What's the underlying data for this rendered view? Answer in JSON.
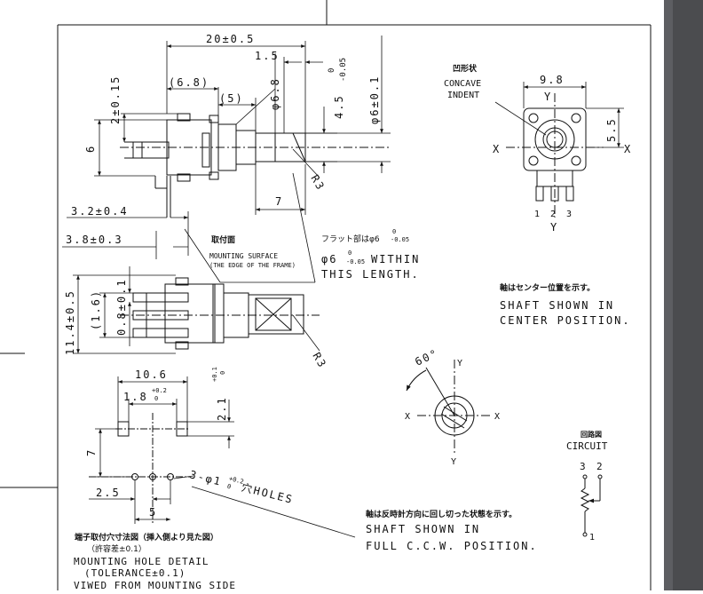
{
  "side_view": {
    "d_length": "20±0.5",
    "d_1_5": "1.5",
    "d_6_8_paren": "(6.8)",
    "d_5_paren": "(5)",
    "d_phi6_8": "φ6.8",
    "d_4_5": "4.5",
    "d_4_5_tol_top": "0",
    "d_4_5_tol_bot": "-0.05",
    "d_phi6": "φ6±0.1",
    "d_2": "2±0.15",
    "d_6": "6",
    "d_7": "7",
    "d_3_2": "3.2±0.4",
    "d_3_8": "3.8±0.3",
    "r3_top": "R3"
  },
  "front_view": {
    "concave_jp": "凹形状",
    "concave_en1": "CONCAVE",
    "concave_en2": "INDENT",
    "d_9_8": "9.8",
    "d_5_5": "5.5",
    "axis_x_left": "X",
    "axis_x_right": "X",
    "axis_y_top": "Y",
    "axis_y_bottom": "Y",
    "pin1": "1",
    "pin2": "2",
    "pin3": "3"
  },
  "mounting_surface": {
    "jp": "取付面",
    "en1": "MOUNTING SURFACE",
    "en2": "(THE EDGE OF THE FRAME)"
  },
  "flat_note": {
    "jp": "フラット部はφ6",
    "jp_tol_top": "0",
    "jp_tol_bot": "-0.05",
    "en1_pre": "φ6",
    "en1_tol_top": "0",
    "en1_tol_bot": "-0.05",
    "en1_post": "WITHIN",
    "en2": "THIS LENGTH."
  },
  "shaft_center": {
    "jp": "軸はセンター位置を示す。",
    "en1": "SHAFT SHOWN IN",
    "en2": "CENTER POSITION."
  },
  "bottom_view": {
    "d_11_4": "11.4±0.5",
    "d_1_6": "(1.6)",
    "d_0_8": "0.8±0.1",
    "r3_bottom": "R3"
  },
  "rotation": {
    "angle": "60°",
    "axis_y_top": "Y",
    "axis_y_bottom": "Y",
    "axis_x_left": "X",
    "axis_x_right": "X"
  },
  "circuit": {
    "jp": "回路図",
    "en": "CIRCUIT",
    "p3": "3",
    "p2": "2",
    "p1": "1"
  },
  "hole_detail": {
    "d_10_6": "10.6",
    "d_1_8": "1.8",
    "d_1_8_tol_top": "+0.2",
    "d_1_8_tol_bot": "0",
    "d_2_1": "2.1",
    "d_2_1_tol_top": "+0.1",
    "d_2_1_tol_bot": "0",
    "d_7": "7",
    "d_2_5": "2.5",
    "d_5": "5",
    "holes_pre": "3-φ1",
    "holes_tol_top": "+0.2",
    "holes_tol_bot": "0",
    "holes_post": "穴HOLES",
    "jp1": "端子取付穴寸法図（挿入側より見た図）",
    "jp2": "（許容差±0.1）",
    "en1": "MOUNTING HOLE DETAIL",
    "en2": "(TOLERANCE±0.1)",
    "en3": "VIWED FROM MOUNTING SIDE"
  },
  "ccw_note": {
    "jp": "軸は反時計方向に回し切った状態を示す。",
    "en1": "SHAFT SHOWN IN",
    "en2": "FULL C.C.W. POSITION."
  }
}
